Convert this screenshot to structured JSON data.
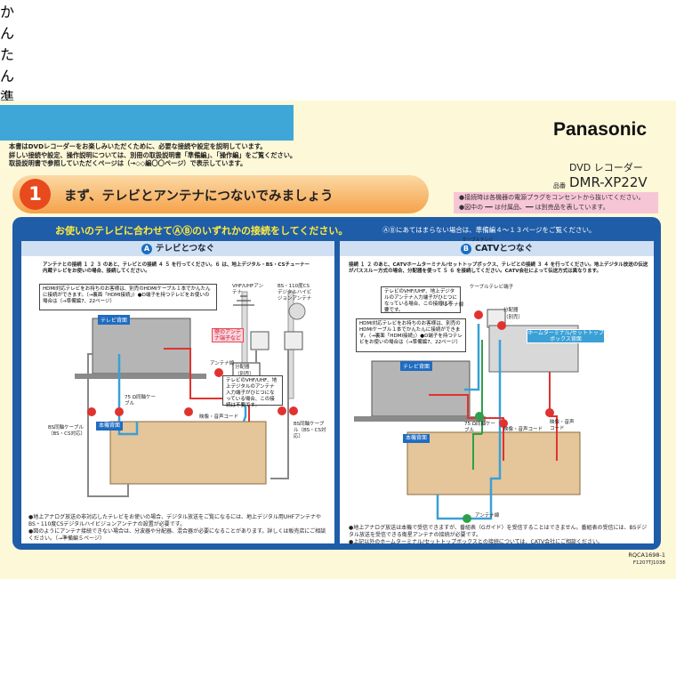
{
  "header": {
    "title_chars": [
      "か",
      "ん",
      "た",
      "ん",
      "準",
      "備",
      "ガ",
      "イ",
      "ド"
    ],
    "brand": "Panasonic",
    "product_type": "DVD レコーダー",
    "model_prefix": "品番",
    "model": "DMR-XP22V",
    "intro_lines": [
      "本書はDVDレコーダーをお楽しみいただくために、必要な接続や設定を説明しています。",
      "詳しい接続や設定、操作説明については、別冊の取扱説明書「準備編」、「操作編」をご覧ください。",
      "取扱説明書で参照していただくページは（→◇◇編〇〇ページ）で表示しています。"
    ]
  },
  "step": {
    "number": "1",
    "text": "まず、テレビとアンテナにつないでみましょう"
  },
  "notice": {
    "line1": "●接続時は各機器の電源プラグをコンセントから抜いてください。",
    "line2": "●図中の ━━ は付属品、━━ は別売品を表しています。"
  },
  "guide": {
    "heading": "お使いのテレビに合わせてⒶⒷのいずれかの接続をしてください。",
    "note": "ⒶⒷにあてはまらない場合は、準備編４～１３ページをご覧ください。"
  },
  "panel_a": {
    "badge": "A",
    "title": "テレビとつなぐ",
    "instruction": "アンテナとの接続 １ ２ ３ のあと、テレビとの接続 ４ ５ を行ってください。６ は、地上デジタル・BS・CSチューナー内蔵テレビをお使いの場合、接続してください。",
    "hdmi_note": "HDMI対応テレビをお持ちのお客様は、別売のHDMIケーブル１本でかんたんに接続ができます。（→裏面「HDMI接続」）●D端子を持つテレビをお使いの場合は（→準備編7、22ページ）",
    "tv_label": "テレビ背面",
    "device_label": "本機背面",
    "antenna_uhf": "VHF/UHFアンテナ",
    "antenna_bs": "BS・110度CSデジタルハイビジョンアンテナ",
    "wall_label": "壁のアンテナ端子など",
    "splitter": "分配器",
    "splitter_sub": "（別売）",
    "antenna_wire": "アンテナ線",
    "av_cord": "映像・音声コード",
    "coax_cable": "75 Ω同軸ケーブル",
    "bs_cable": "BS同軸ケーブル（BS・CS対応）",
    "bs_cable2": "BS同軸ケーブル（BS・CS対応）",
    "tv_vhf_note": "テレビのVHF/UHF、地上デジタルのアンテナ入力端子がひとつになっている場合、この接続は不要です。",
    "footnotes": [
      "●地上アナログ放送の非対応したテレビをお使いの場合、デジタル放送をご覧になるには、地上デジタル用UHFアンテナやBS・110度CSデジタルハイビジョンアンテナの設置が必要です。",
      "●図のようにアンテナ接続できない場合は、分波器や分配器、混合器が必要になることがあります。詳しくは販売店にご相談ください。（→準備編５ページ）"
    ]
  },
  "panel_b": {
    "badge": "B",
    "title": "CATVとつなぐ",
    "title_ruby": "ケーブルテレビ",
    "instruction": "接続 １ ２ のあと、CATVホームターミナル/セットトップボックス、テレビとの接続 ３ ４ を行ってください。地上デジタル放送の伝送がパススルー方式の場合、分配器を使って ５ ６ を接続してください。CATV会社によって伝送方式は異なります。",
    "hdmi_note": "HDMI対応テレビをお持ちのお客様は、別売のHDMIケーブル１本でかんたんに接続ができます。（→裏面「HDMI接続」）●D端子を持つテレビをお使いの場合は（→準備編7、22ページ）",
    "tv_vhf_note": "テレビのVHF/UHF、地上デジタルのアンテナ入力端子がひとつになっている場合、この接続は不要です。",
    "catv_terminal": "ケーブルテレビ端子",
    "tv_label": "テレビ背面",
    "device_label": "本機背面",
    "stb_label": "ホームターミナル/セットトップボックス背面",
    "splitter": "分配器",
    "splitter_sub": "（別売）",
    "antenna_wire": "アンテナ線",
    "antenna_wire2": "アンテナ線",
    "coax_cable": "75 Ω同軸ケーブル",
    "av_cord": "映像・音声コード",
    "av_cord2": "映像・音声コード",
    "footnotes": [
      "●地上アナログ放送は本機で受信できますが、番組表（Gガイド）を受信することはできません。番組表の受信には、BSデジタル放送を受信できる衛星アンテナの接続が必要です。",
      "●上記以外のホームターミナル/セットトップボックスとの接続については、CATV会社にご相談ください。"
    ]
  },
  "codes": {
    "doc_code": "RQCA1698-1",
    "print_code": "F1207TJ1038"
  },
  "colors": {
    "title_band": "#3fa7d8",
    "guide_band": "#1f5da8",
    "step_circle": "#e84a1d",
    "cable_red": "#e0332f",
    "cable_blue": "#3aa0d6",
    "cable_green": "#2da14a",
    "sheet_bg": "#fdf8d8"
  }
}
